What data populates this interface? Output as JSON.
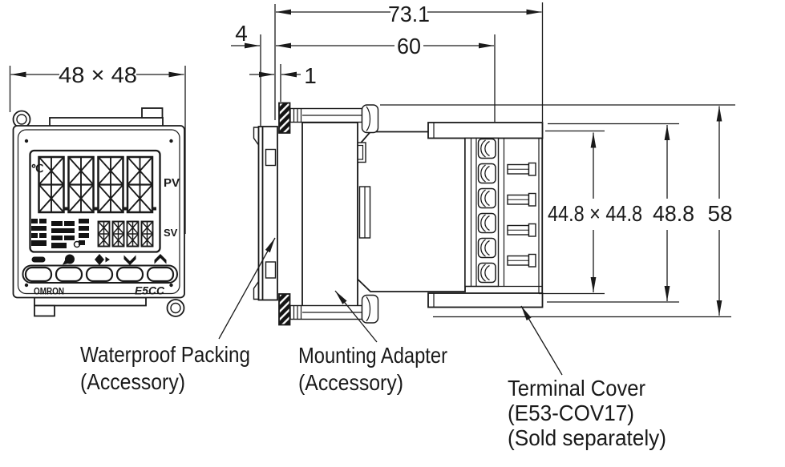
{
  "diagram": {
    "line_color": "#1a1a1a",
    "dims": {
      "front_width": "48 × 48",
      "total_depth": "73.1",
      "body_depth": "60",
      "bezel_depth": "4",
      "panel_gap": "1",
      "case_cross_section": "44.8 × 44.8",
      "cover_height": "48.8",
      "overall_height": "58"
    },
    "front": {
      "pv_label": "PV",
      "sv_label": "SV",
      "temp_unit": "℃",
      "brand": "OMRON",
      "model": "E5CC"
    },
    "callouts": {
      "waterproof_packing": {
        "line1": "Waterproof Packing",
        "line2": "(Accessory)"
      },
      "mounting_adapter": {
        "line1": "Mounting Adapter",
        "line2": "(Accessory)"
      },
      "terminal_cover": {
        "line1": "Terminal Cover",
        "line2": "(E53-COV17)",
        "line3": "(Sold separately)"
      }
    }
  }
}
